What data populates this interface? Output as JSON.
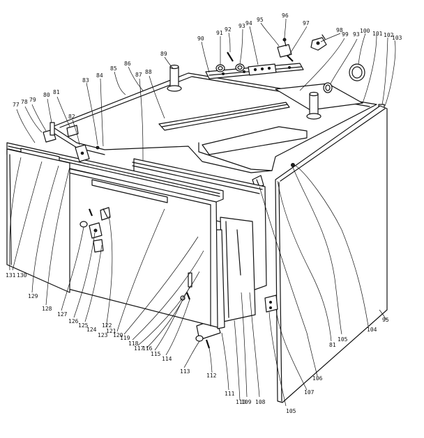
{
  "diagram": {
    "labels": {
      "l77": "77",
      "l78": "78",
      "l79": "79",
      "l80": "80",
      "l81": "81",
      "l82": "82",
      "l83": "83",
      "l84": "84",
      "l85": "85",
      "l86": "86",
      "l87": "87",
      "l88": "88",
      "l89": "89",
      "l90": "90",
      "l91": "91",
      "l92": "92",
      "l93": "93",
      "l94": "94",
      "l95": "95",
      "l96": "96",
      "l97": "97",
      "l98": "98",
      "l99": "99",
      "l100": "100",
      "l101": "101",
      "l102": "102",
      "l103": "103",
      "l104": "104",
      "l105a": "105",
      "l105b": "105",
      "l106": "106",
      "l107": "107",
      "l108": "108",
      "l109": "109",
      "l110": "110",
      "l111": "111",
      "l112": "112",
      "l113": "113",
      "l114": "114",
      "l115": "115",
      "l116": "116",
      "l117": "117",
      "l118": "118",
      "l119": "119",
      "l120": "120",
      "l121": "121",
      "l122": "122",
      "l123": "123",
      "l124": "124",
      "l125": "125",
      "l126": "126",
      "l127": "127",
      "l128": "128",
      "l129": "129",
      "l130": "130",
      "l131": "131",
      "l95b": "95"
    }
  }
}
